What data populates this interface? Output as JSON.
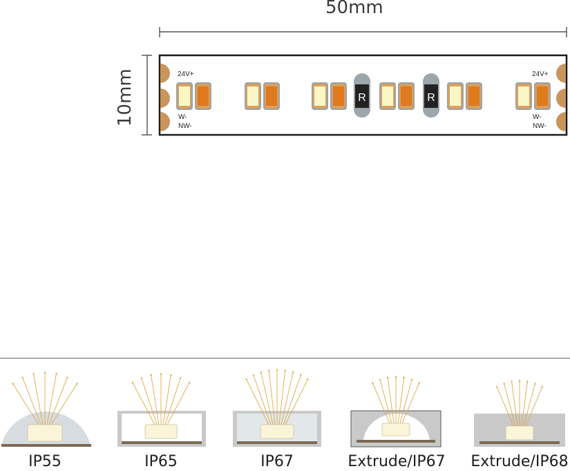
{
  "dimensions": {
    "width": "50mm",
    "height": "10mm"
  },
  "strip": {
    "left_pads": [
      "24V+",
      "W-",
      "NW-"
    ],
    "right_pads": [
      "24V+",
      "W-",
      "NW-"
    ],
    "resistor_label": "R"
  },
  "colors": {
    "outline": "#1a1a1a",
    "pad": "#c8955c",
    "led_warm": "#e07a1e",
    "led_white": "#fbf6c5",
    "led_border": "#d9a060",
    "resistor_body": "#222222",
    "ray": "#e0a845",
    "dome": "#d7dce0",
    "profile": "#c9c9c9",
    "base": "#7a6a55"
  },
  "ip_ratings": [
    {
      "label": "IP55"
    },
    {
      "label": "IP65"
    },
    {
      "label": "IP67"
    },
    {
      "label": "Extrude/IP67"
    },
    {
      "label": "Extrude/IP68"
    }
  ]
}
